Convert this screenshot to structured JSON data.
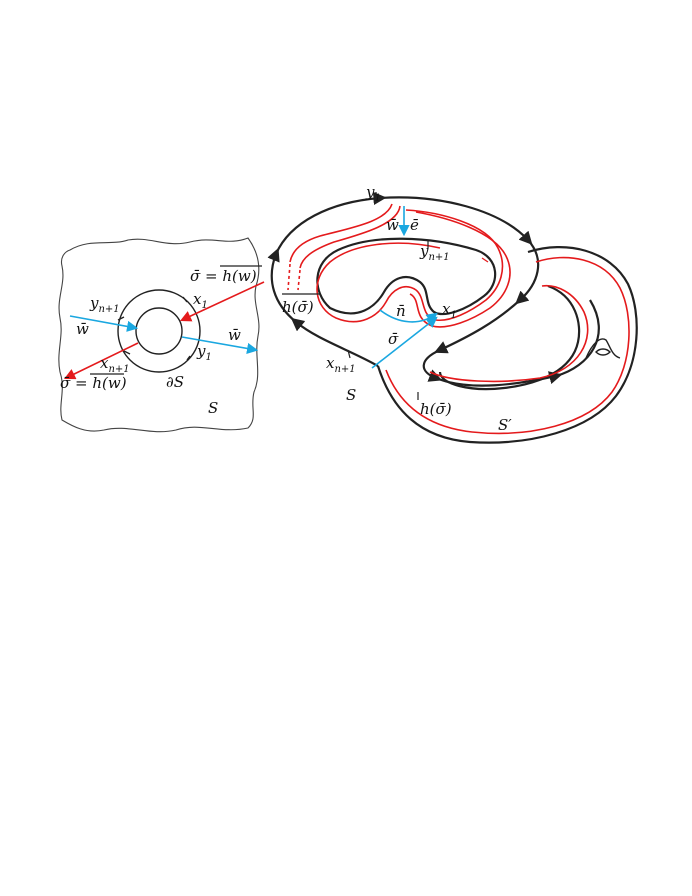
{
  "left_panel": {
    "surface_label": "S",
    "boundary_label": "∂S",
    "sigma_top": {
      "base": "σ̄ = ",
      "over": "h(w)"
    },
    "sigma_bottom": {
      "base": "σ̄ = ",
      "over": "h(w)"
    },
    "w_left": "w̄",
    "w_right": "w̄",
    "y_n1": {
      "base": "y",
      "sub": "n+1"
    },
    "x_1": {
      "base": "x",
      "sub": "1"
    },
    "x_n1": {
      "base": "x",
      "sub": "n+1"
    },
    "y_1": {
      "base": "y",
      "sub": "1"
    }
  },
  "right_panel": {
    "y_1": {
      "base": "y",
      "sub": "1"
    },
    "w": "w̄",
    "e": "ē",
    "y_n1": {
      "base": "y",
      "sub": "n+1"
    },
    "h_sigma_over": "h(σ̄)",
    "n": "n̄",
    "x_1": {
      "base": "x",
      "sub": "1"
    },
    "sigma": "σ̄",
    "x_n1": {
      "base": "x",
      "sub": "n+1"
    },
    "S": "S",
    "h_sigma": "h(σ̄)",
    "S_prime": "S′"
  },
  "colors": {
    "curve_red": "#e41a1c",
    "arc_cyan": "#1aa7e0",
    "boundary": "#222222"
  }
}
